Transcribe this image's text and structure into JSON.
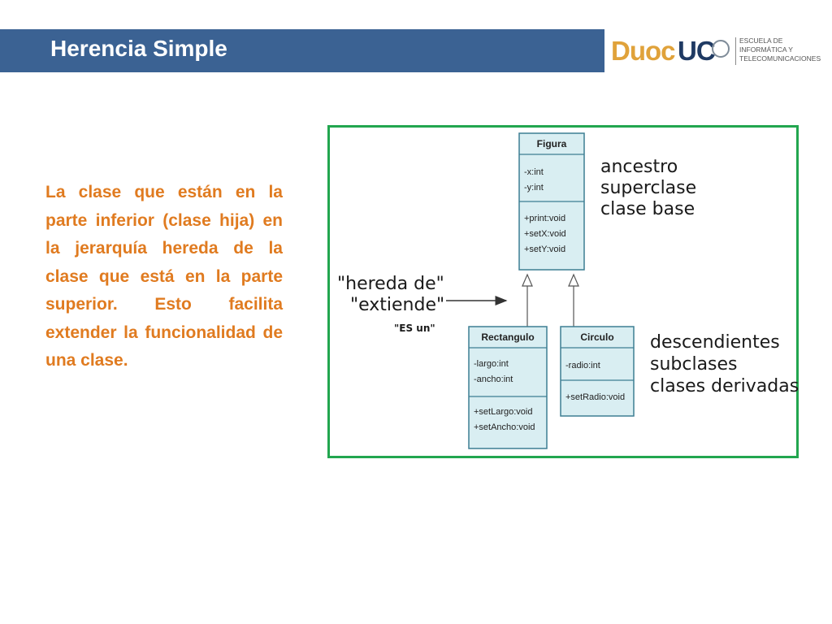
{
  "header": {
    "title": "Herencia Simple",
    "logo": {
      "brand_part1": "Duoc",
      "brand_part2": "UC",
      "school_lines": [
        "ESCUELA DE",
        "INFORMÁTICA Y",
        "TELECOMUNICACIONES"
      ]
    }
  },
  "body": {
    "paragraph": "La clase que están en la parte inferior (clase hija) en la jerarquía hereda de la clase que está en la parte superior. Esto facilita extender la funcionalidad de una clase."
  },
  "diagram": {
    "classes": {
      "parent": {
        "name": "Figura",
        "attributes": [
          "-x:int",
          "-y:int"
        ],
        "methods": [
          "+print:void",
          "+setX:void",
          "+setY:void"
        ]
      },
      "child_left": {
        "name": "Rectangulo",
        "attributes": [
          "-largo:int",
          "-ancho:int"
        ],
        "methods": [
          "+setLargo:void",
          "+setAncho:void"
        ]
      },
      "child_right": {
        "name": "Circulo",
        "attributes": [
          "-radio:int"
        ],
        "methods": [
          "+setRadio:void"
        ]
      }
    },
    "labels": {
      "ancestor": [
        "ancestro",
        "superclase",
        "clase base"
      ],
      "descendants": [
        "descendientes",
        "subclases",
        "clases derivadas"
      ],
      "inherits": [
        "\"hereda de\"",
        "\"extiende\""
      ],
      "is_a": "\"ES un\""
    },
    "colors": {
      "frame": "#22a64f",
      "class_fill": "#d9eef2",
      "class_stroke": "#3d7f93"
    }
  }
}
